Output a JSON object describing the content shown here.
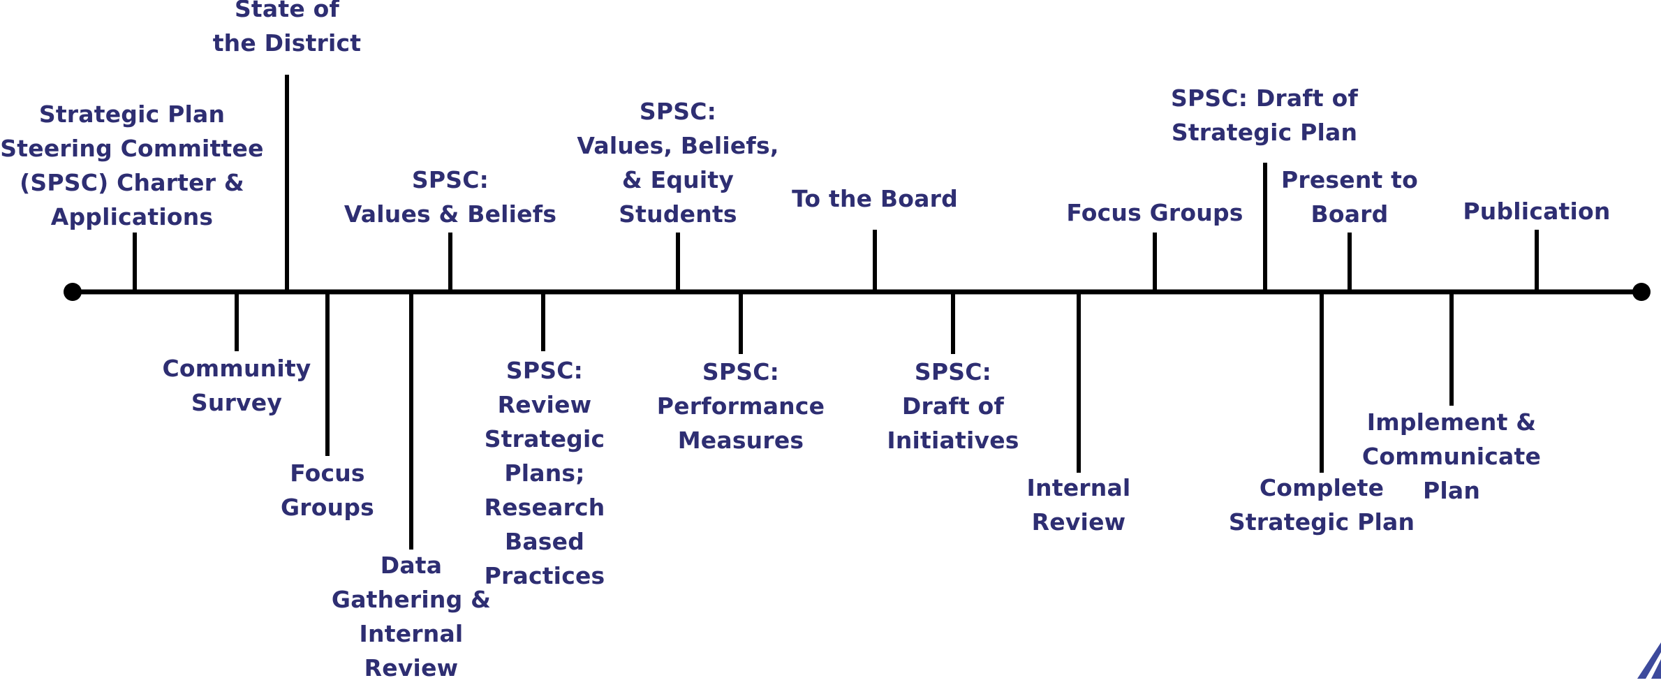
{
  "colors": {
    "line": "#000000",
    "text": "#2e2e72",
    "logo": "#3d4a9c"
  },
  "timeline": {
    "milestones": [
      {
        "side": "above",
        "text": "Strategic Plan\nSteering Committee\n(SPSC) Charter &\nApplications"
      },
      {
        "side": "below",
        "text": "Community\nSurvey"
      },
      {
        "side": "above",
        "text": "State of\nthe District"
      },
      {
        "side": "below",
        "text": "Focus\nGroups"
      },
      {
        "side": "below",
        "text": "Data\nGathering &\nInternal\nReview"
      },
      {
        "side": "above",
        "text": "SPSC:\nValues & Beliefs"
      },
      {
        "side": "below",
        "text": "SPSC:\nReview\nStrategic\nPlans;\nResearch\nBased\nPractices"
      },
      {
        "side": "above",
        "text": "SPSC:\nValues, Beliefs,\n& Equity\nStudents"
      },
      {
        "side": "below",
        "text": "SPSC:\nPerformance\nMeasures"
      },
      {
        "side": "above",
        "text": "To the Board"
      },
      {
        "side": "below",
        "text": "SPSC:\nDraft of\nInitiatives"
      },
      {
        "side": "below",
        "text": "Internal\nReview"
      },
      {
        "side": "above",
        "text": "Focus Groups"
      },
      {
        "side": "above",
        "text": "SPSC: Draft of\nStrategic Plan"
      },
      {
        "side": "below",
        "text": "Complete\nStrategic Plan"
      },
      {
        "side": "above",
        "text": "Present to\nBoard"
      },
      {
        "side": "below",
        "text": "Implement &\nCommunicate\nPlan"
      },
      {
        "side": "above",
        "text": "Publication"
      }
    ]
  }
}
